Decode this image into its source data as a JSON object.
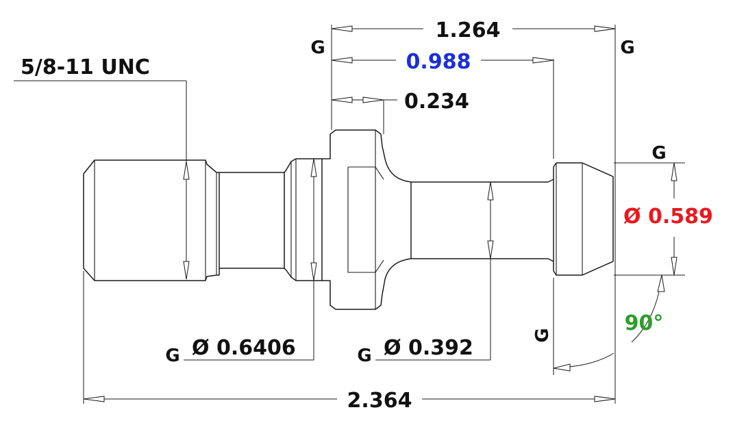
{
  "colors": {
    "line": "#1a1a1a",
    "text": "#111111",
    "blue": "#1b2fd6",
    "red": "#e8191f",
    "green": "#2e9e2a"
  },
  "dimensions": {
    "overall_length": "2.364",
    "gauge_length_total": "1.264",
    "gauge_length_blue": "0.988",
    "flange_thickness": "0.234",
    "thread": "5/8-11 UNC",
    "collar_diameter": "Ø 0.6406",
    "shank_diameter": "Ø 0.392",
    "head_diameter": "Ø 0.589",
    "angle": "90°"
  },
  "gauge_marks": {
    "left_top": "G",
    "right_top": "G",
    "head_top": "G",
    "collar_prefix": "G",
    "shank_prefix": "G",
    "lower_vertical": "G"
  }
}
